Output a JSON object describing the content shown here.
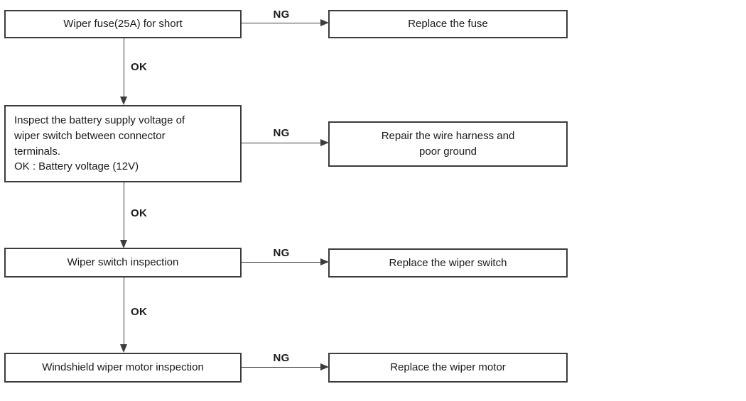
{
  "flowchart": {
    "steps": [
      {
        "check": "Wiper fuse(25A) for short",
        "ng_label": "NG",
        "action": "Replace the fuse",
        "ok_label": "OK"
      },
      {
        "check": "Inspect the battery supply voltage of\nwiper switch between connector\nterminals.\nOK : Battery voltage (12V)",
        "ng_label": "NG",
        "action": "Repair the wire harness and\npoor ground",
        "ok_label": "OK"
      },
      {
        "check": "Wiper switch inspection",
        "ng_label": "NG",
        "action": "Replace the wiper switch",
        "ok_label": "OK"
      },
      {
        "check": "Windshield wiper motor inspection",
        "ng_label": "NG",
        "action": "Replace the wiper motor"
      }
    ],
    "colors": {
      "background": "#ffffff",
      "line": "#3c3c3c",
      "text": "#1a1a1a",
      "box_fill": "#ffffff"
    }
  }
}
